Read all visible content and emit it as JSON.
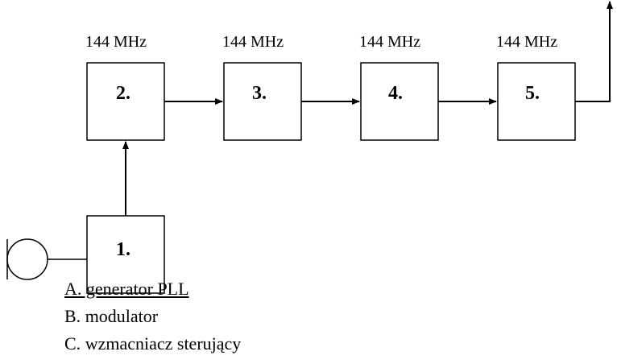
{
  "blocks": [
    {
      "id": "1",
      "label": "1."
    },
    {
      "id": "2",
      "label": "2.",
      "frequency": "144 MHz"
    },
    {
      "id": "3",
      "label": "3.",
      "frequency": "144 MHz"
    },
    {
      "id": "4",
      "label": "4.",
      "frequency": "144 MHz"
    },
    {
      "id": "5",
      "label": "5.",
      "frequency": "144 MHz"
    }
  ],
  "options": [
    {
      "letter": "A.",
      "text": " generator PLL"
    },
    {
      "letter": "B.",
      "text": " modulator"
    },
    {
      "letter": "C.",
      "text": " wzmacniacz sterujący"
    }
  ]
}
